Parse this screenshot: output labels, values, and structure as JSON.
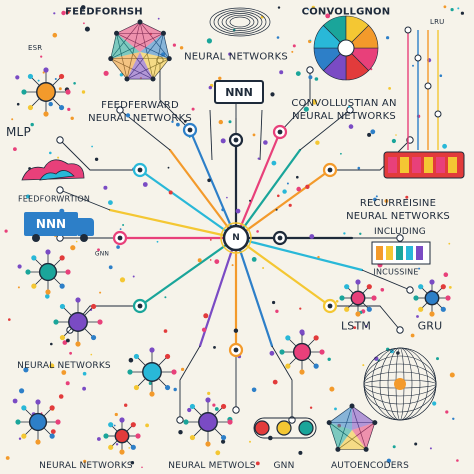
{
  "labels": {
    "feedforward_top": "FEEDFORHSH",
    "convolution_top": "CONVOLLGNON",
    "neural_networks_top": "NEURAL NETWORKS",
    "nnn_box": "NNN",
    "feedforward_nn": "FEEDFERWARD\nNEURAL NETWORKS",
    "convolutional_nn": "CONVOLLUSTIAN AN\nNEURAL NETWORKS",
    "mlp": "MLP",
    "esr": "ESR",
    "lru": "LRU",
    "feedforward_left": "FEEDFORWRTION",
    "truck_label": "NNN",
    "recurrent_nn": "RECURREISINE\nNEURAL NETWORKS",
    "including": "INCLUDING",
    "incusine": "INCUSSINE",
    "center_n": "N",
    "gnn_small": "GNN",
    "lstm": "LSTM",
    "gru": "GRU",
    "neural_networks_mid": "NEURAL NETWORKS",
    "neural_networks_bottom": "NEURAL NETWORKS",
    "neural_metwols": "NEURAL METWOLS",
    "gnn_bottom": "GNN",
    "autoencoders": "AUTOENCODERS"
  },
  "colors": {
    "background": "#f6f3ea",
    "ink": "#1e2a3a",
    "blue": "#2d7fc8",
    "cyan": "#29b8d8",
    "pink": "#e8407a",
    "orange": "#f39a2b",
    "yellow": "#f4c733",
    "teal": "#1aa59a",
    "purple": "#7a4bc4",
    "red": "#e23b3b"
  }
}
